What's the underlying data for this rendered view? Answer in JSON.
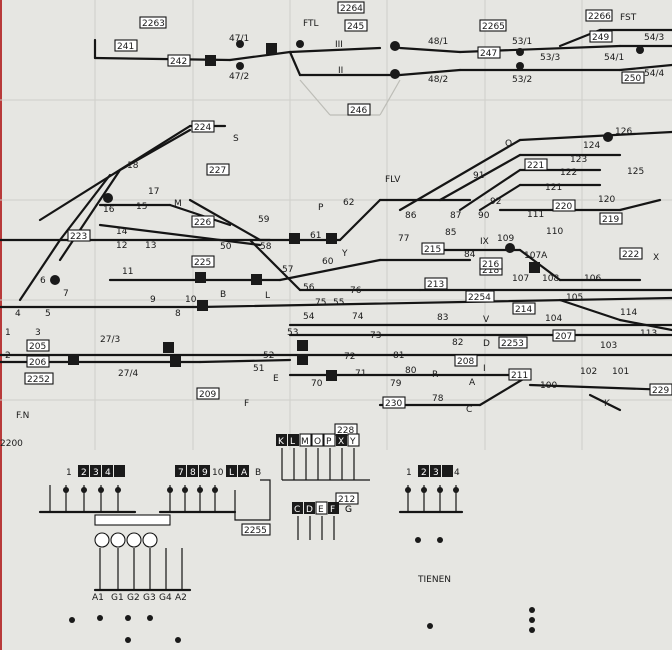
{
  "area_labels": {
    "ftl": "FTL",
    "fst": "FST",
    "flv": "FLV",
    "fn": "F.N",
    "tienen": "TIENEN",
    "code_2200": "2200"
  },
  "route_boxes": [
    "2263",
    "241",
    "242",
    "2264",
    "245",
    "247",
    "2265",
    "2266",
    "249",
    "250",
    "246",
    "224",
    "227",
    "226",
    "223",
    "225",
    "221",
    "220",
    "219",
    "218",
    "213",
    "2254",
    "214",
    "215",
    "216",
    "222",
    "207",
    "205",
    "206",
    "2252",
    "2253",
    "208",
    "211",
    "209",
    "230",
    "229",
    "228",
    "212",
    "2255"
  ],
  "signal_numbers": [
    "1",
    "2",
    "3",
    "4",
    "5",
    "6",
    "7",
    "8",
    "9",
    "10",
    "11",
    "12",
    "13",
    "14",
    "15",
    "16",
    "17",
    "18",
    "47/1",
    "47/2",
    "48/1",
    "48/2",
    "53/1",
    "53/2",
    "53/3",
    "54/1",
    "54/3",
    "54/4",
    "50",
    "51",
    "52",
    "53",
    "54",
    "55",
    "56",
    "57",
    "58",
    "59",
    "60",
    "61",
    "62",
    "70",
    "71",
    "72",
    "73",
    "74",
    "75",
    "76",
    "77",
    "78",
    "79",
    "80",
    "81",
    "82",
    "83",
    "84",
    "85",
    "86",
    "87",
    "90",
    "91",
    "92",
    "100",
    "101",
    "102",
    "103",
    "104",
    "105",
    "106",
    "107",
    "107A",
    "108",
    "109",
    "110",
    "111",
    "113",
    "114",
    "120",
    "121",
    "122",
    "123",
    "124",
    "125",
    "126",
    "27/3",
    "27/4"
  ],
  "letters": [
    "M",
    "P",
    "S",
    "B",
    "L",
    "Y",
    "E",
    "F",
    "A",
    "C",
    "D",
    "G",
    "O",
    "K",
    "X",
    "V",
    "IX",
    "III",
    "II",
    "I",
    "R"
  ],
  "lever_groups": {
    "left": [
      "1",
      "2",
      "3",
      "4"
    ],
    "middle": [
      "7",
      "8",
      "9",
      "10",
      "L",
      "A",
      "B"
    ],
    "right": [
      "1",
      "2",
      "3",
      "4"
    ],
    "bottom": [
      "A1",
      "G1",
      "G2",
      "G3",
      "G4",
      "A2"
    ]
  },
  "letter_buttons": {
    "top": [
      "K",
      "L",
      "M",
      "O",
      "P",
      "X",
      "Y"
    ],
    "bottom": [
      "C",
      "D",
      "E",
      "F",
      "G"
    ]
  }
}
